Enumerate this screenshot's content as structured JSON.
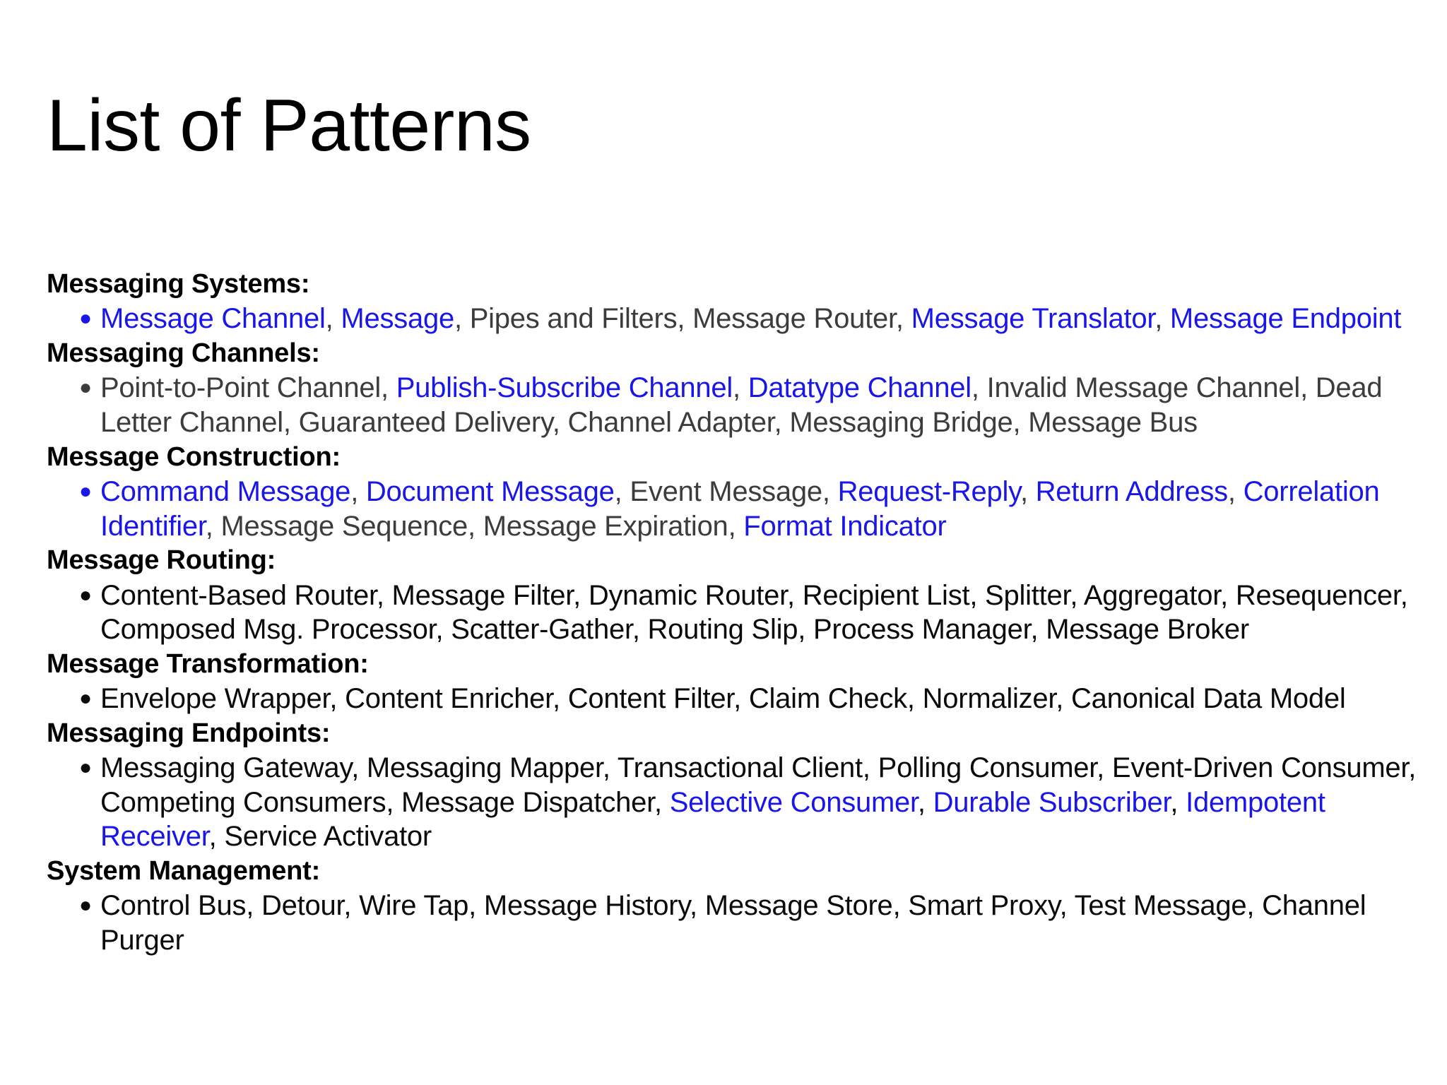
{
  "slide": {
    "title": "List of Patterns",
    "background_color": "#ffffff",
    "link_color": "#1a16e8",
    "body_gray_color": "#3c3c3c",
    "body_black_color": "#0b0b0b",
    "bullet_glyph": "●"
  },
  "sections": [
    {
      "heading": "Messaging Systems:",
      "bullet_color": "#1a16e8",
      "tone": "gray",
      "items": [
        {
          "label": "Message Channel",
          "link": true
        },
        {
          "label": "Message",
          "link": true
        },
        {
          "label": "Pipes and Filters",
          "link": false
        },
        {
          "label": "Message Router",
          "link": false
        },
        {
          "label": "Message Translator",
          "link": true
        },
        {
          "label": "Message Endpoint",
          "link": true
        }
      ]
    },
    {
      "heading": "Messaging Channels:",
      "bullet_color": "#3c3c3c",
      "tone": "gray",
      "items": [
        {
          "label": "Point-to-Point Channel",
          "link": false
        },
        {
          "label": "Publish-Subscribe Channel",
          "link": true
        },
        {
          "label": "Datatype Channel",
          "link": true
        },
        {
          "label": "Invalid Message Channel",
          "link": false
        },
        {
          "label": "Dead Letter Channel",
          "link": false
        },
        {
          "label": "Guaranteed Delivery",
          "link": false
        },
        {
          "label": "Channel Adapter",
          "link": false
        },
        {
          "label": "Messaging Bridge",
          "link": false
        },
        {
          "label": "Message Bus",
          "link": false
        }
      ]
    },
    {
      "heading": "Message Construction:",
      "bullet_color": "#1a16e8",
      "tone": "gray",
      "items": [
        {
          "label": "Command Message",
          "link": true
        },
        {
          "label": "Document Message",
          "link": true
        },
        {
          "label": "Event Message",
          "link": false
        },
        {
          "label": "Request-Reply",
          "link": true
        },
        {
          "label": "Return Address",
          "link": true
        },
        {
          "label": "Correlation Identifier",
          "link": true
        },
        {
          "label": "Message Sequence",
          "link": false
        },
        {
          "label": "Message Expiration",
          "link": false
        },
        {
          "label": "Format Indicator",
          "link": true
        }
      ]
    },
    {
      "heading": "Message Routing:",
      "bullet_color": "#0b0b0b",
      "tone": "black",
      "items": [
        {
          "label": "Content-Based Router",
          "link": false
        },
        {
          "label": "Message Filter",
          "link": false
        },
        {
          "label": "Dynamic Router",
          "link": false
        },
        {
          "label": "Recipient List",
          "link": false
        },
        {
          "label": "Splitter",
          "link": false
        },
        {
          "label": "Aggregator",
          "link": false
        },
        {
          "label": "Resequencer",
          "link": false
        },
        {
          "label": "Composed Msg. Processor",
          "link": false
        },
        {
          "label": "Scatter-Gather",
          "link": false
        },
        {
          "label": "Routing Slip",
          "link": false
        },
        {
          "label": "Process Manager",
          "link": false
        },
        {
          "label": "Message Broker",
          "link": false
        }
      ]
    },
    {
      "heading": "Message Transformation:",
      "bullet_color": "#0b0b0b",
      "tone": "black",
      "items": [
        {
          "label": "Envelope Wrapper",
          "link": false
        },
        {
          "label": "Content Enricher",
          "link": false
        },
        {
          "label": "Content Filter",
          "link": false
        },
        {
          "label": "Claim Check",
          "link": false
        },
        {
          "label": "Normalizer",
          "link": false
        },
        {
          "label": "Canonical Data Model",
          "link": false
        }
      ]
    },
    {
      "heading": "Messaging Endpoints:",
      "bullet_color": "#0b0b0b",
      "tone": "black",
      "items": [
        {
          "label": "Messaging Gateway",
          "link": false
        },
        {
          "label": "Messaging Mapper",
          "link": false
        },
        {
          "label": "Transactional Client",
          "link": false
        },
        {
          "label": "Polling Consumer",
          "link": false
        },
        {
          "label": "Event-Driven Consumer",
          "link": false
        },
        {
          "label": "Competing Consumers",
          "link": false
        },
        {
          "label": "Message Dispatcher",
          "link": false
        },
        {
          "label": "Selective Consumer",
          "link": true
        },
        {
          "label": "Durable Subscriber",
          "link": true
        },
        {
          "label": "Idempotent Receiver",
          "link": true
        },
        {
          "label": "Service Activator",
          "link": false
        }
      ]
    },
    {
      "heading": "System Management:",
      "bullet_color": "#0b0b0b",
      "tone": "black",
      "items": [
        {
          "label": "Control Bus",
          "link": false
        },
        {
          "label": "Detour",
          "link": false
        },
        {
          "label": "Wire Tap",
          "link": false
        },
        {
          "label": "Message History",
          "link": false
        },
        {
          "label": "Message Store",
          "link": false
        },
        {
          "label": "Smart Proxy",
          "link": false
        },
        {
          "label": "Test Message",
          "link": false
        },
        {
          "label": "Channel Purger",
          "link": false
        }
      ]
    }
  ]
}
